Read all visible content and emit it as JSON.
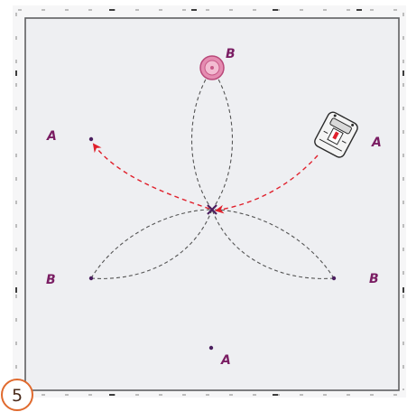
{
  "step": {
    "number": "5"
  },
  "labels": {
    "B_top": "B",
    "A_left": "A",
    "A_right": "A",
    "B_left": "B",
    "B_right": "B",
    "A_bottom": "A"
  },
  "colors": {
    "page_bg": "#ffffff",
    "fabric": "#eeeff2",
    "frame_border": "#5f6062",
    "label": "#7a1d63",
    "stitch_path": "#555555",
    "movement_path": "#e0202c",
    "marker_ring": "#e58cb1",
    "marker_fill": "#f3bcd2",
    "step_circle": "#e06a2e",
    "center_x": "#4a1e5e"
  },
  "icons": {
    "presser_foot": "presser-foot-icon",
    "needle_marker": "needle-position-marker",
    "center_mark": "center-x-mark"
  }
}
